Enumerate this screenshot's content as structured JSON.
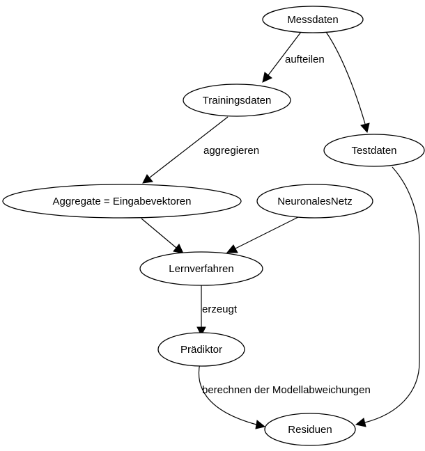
{
  "diagram": {
    "nodes": {
      "messdaten": "Messdaten",
      "trainingsdaten": "Trainingsdaten",
      "testdaten": "Testdaten",
      "aggregate": "Aggregate = Eingabevektoren",
      "neuronales_netz": "NeuronalesNetz",
      "lernverfahren": "Lernverfahren",
      "praediktor": "Prädiktor",
      "residuen": "Residuen"
    },
    "edge_labels": {
      "aufteilen": "aufteilen",
      "aggregieren": "aggregieren",
      "erzeugt": "erzeugt",
      "modellabweichungen": "berechnen der Modellabweichungen"
    },
    "edges": [
      {
        "from": "messdaten",
        "to": "trainingsdaten",
        "label": "aufteilen"
      },
      {
        "from": "messdaten",
        "to": "testdaten"
      },
      {
        "from": "trainingsdaten",
        "to": "aggregate",
        "label": "aggregieren"
      },
      {
        "from": "aggregate",
        "to": "lernverfahren"
      },
      {
        "from": "neuronales_netz",
        "to": "lernverfahren"
      },
      {
        "from": "lernverfahren",
        "to": "praediktor",
        "label": "erzeugt"
      },
      {
        "from": "praediktor",
        "to": "residuen",
        "label": "berechnen der Modellabweichungen"
      },
      {
        "from": "testdaten",
        "to": "residuen"
      }
    ]
  }
}
